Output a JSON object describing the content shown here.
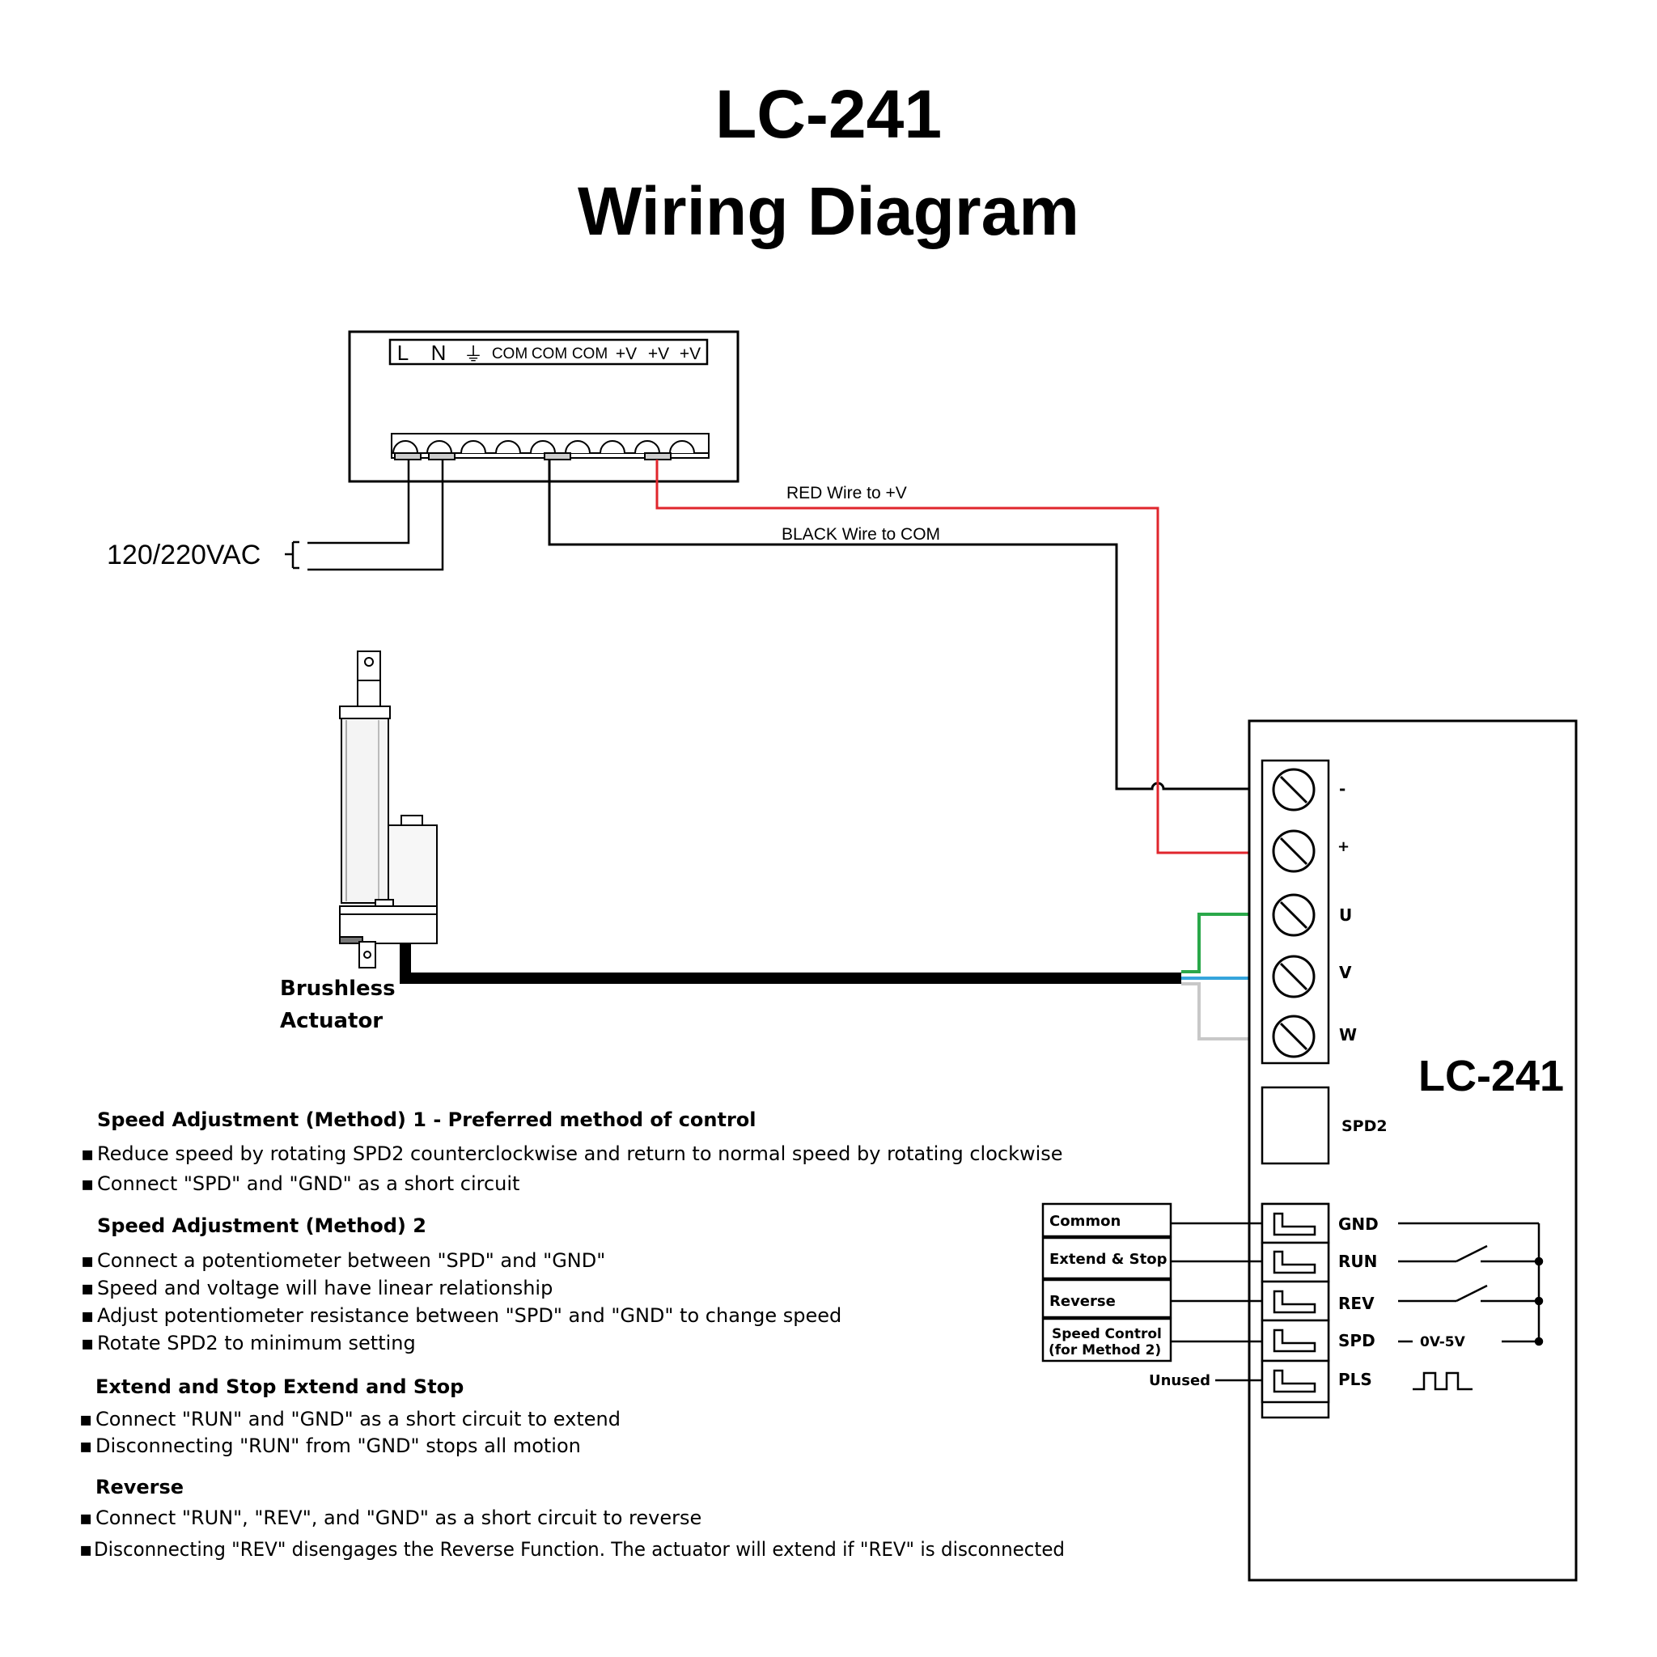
{
  "title": {
    "line1": "LC-241",
    "line2": "Wiring Diagram"
  },
  "power_supply": {
    "terminals": [
      "L",
      "N",
      "⏚",
      "COM",
      "COM",
      "COM",
      "+V",
      "+V",
      "+V"
    ],
    "input_label": "120/220VAC"
  },
  "wires": {
    "red_label": "RED Wire to +V",
    "black_label": "BLACK Wire to COM",
    "colors": {
      "red": "#e0262c",
      "black": "#000000",
      "green": "#2aa84a",
      "blue": "#35a4dc",
      "grey": "#c8c8c8"
    }
  },
  "actuator": {
    "label_line1": "Brushless",
    "label_line2": "Actuator"
  },
  "controller": {
    "name": "LC-241",
    "power_terminals": [
      "-",
      "+"
    ],
    "motor_terminals": [
      "U",
      "V",
      "W"
    ],
    "spd2_label": "SPD2",
    "signal_terminals": [
      "GND",
      "RUN",
      "REV",
      "SPD",
      "PLS"
    ],
    "signal_functions": [
      {
        "line1": "Common",
        "line2": ""
      },
      {
        "line1": "Extend & Stop",
        "line2": ""
      },
      {
        "line1": "Reverse",
        "line2": ""
      },
      {
        "line1": "Speed Control",
        "line2": "(for Method 2)"
      }
    ],
    "unused_label": "Unused",
    "voltage_range": "0V-5V"
  },
  "instructions": [
    {
      "heading": "Speed Adjustment (Method) 1 - Preferred method of control",
      "bullets": [
        "Reduce speed by rotating SPD2 counterclockwise and return to normal speed by rotating clockwise",
        "Connect \"SPD\" and \"GND\" as a short circuit"
      ]
    },
    {
      "heading": "Speed Adjustment (Method) 2",
      "bullets": [
        "Connect a potentiometer between \"SPD\" and \"GND\"",
        "Speed and voltage will have linear relationship",
        "Adjust potentiometer resistance between \"SPD\" and \"GND\" to change speed",
        "Rotate SPD2 to minimum setting"
      ]
    },
    {
      "heading": "Extend and Stop Extend and Stop",
      "bullets": [
        "Connect \"RUN\" and \"GND\" as a short circuit to extend",
        "Disconnecting \"RUN\" from \"GND\" stops all motion"
      ]
    },
    {
      "heading": "Reverse",
      "bullets": [
        "Connect \"RUN\", \"REV\", and \"GND\" as a short circuit to reverse",
        "Disconnecting \"REV\" disengages the Reverse Function. The actuator will extend if \"REV\" is disconnected"
      ]
    }
  ]
}
